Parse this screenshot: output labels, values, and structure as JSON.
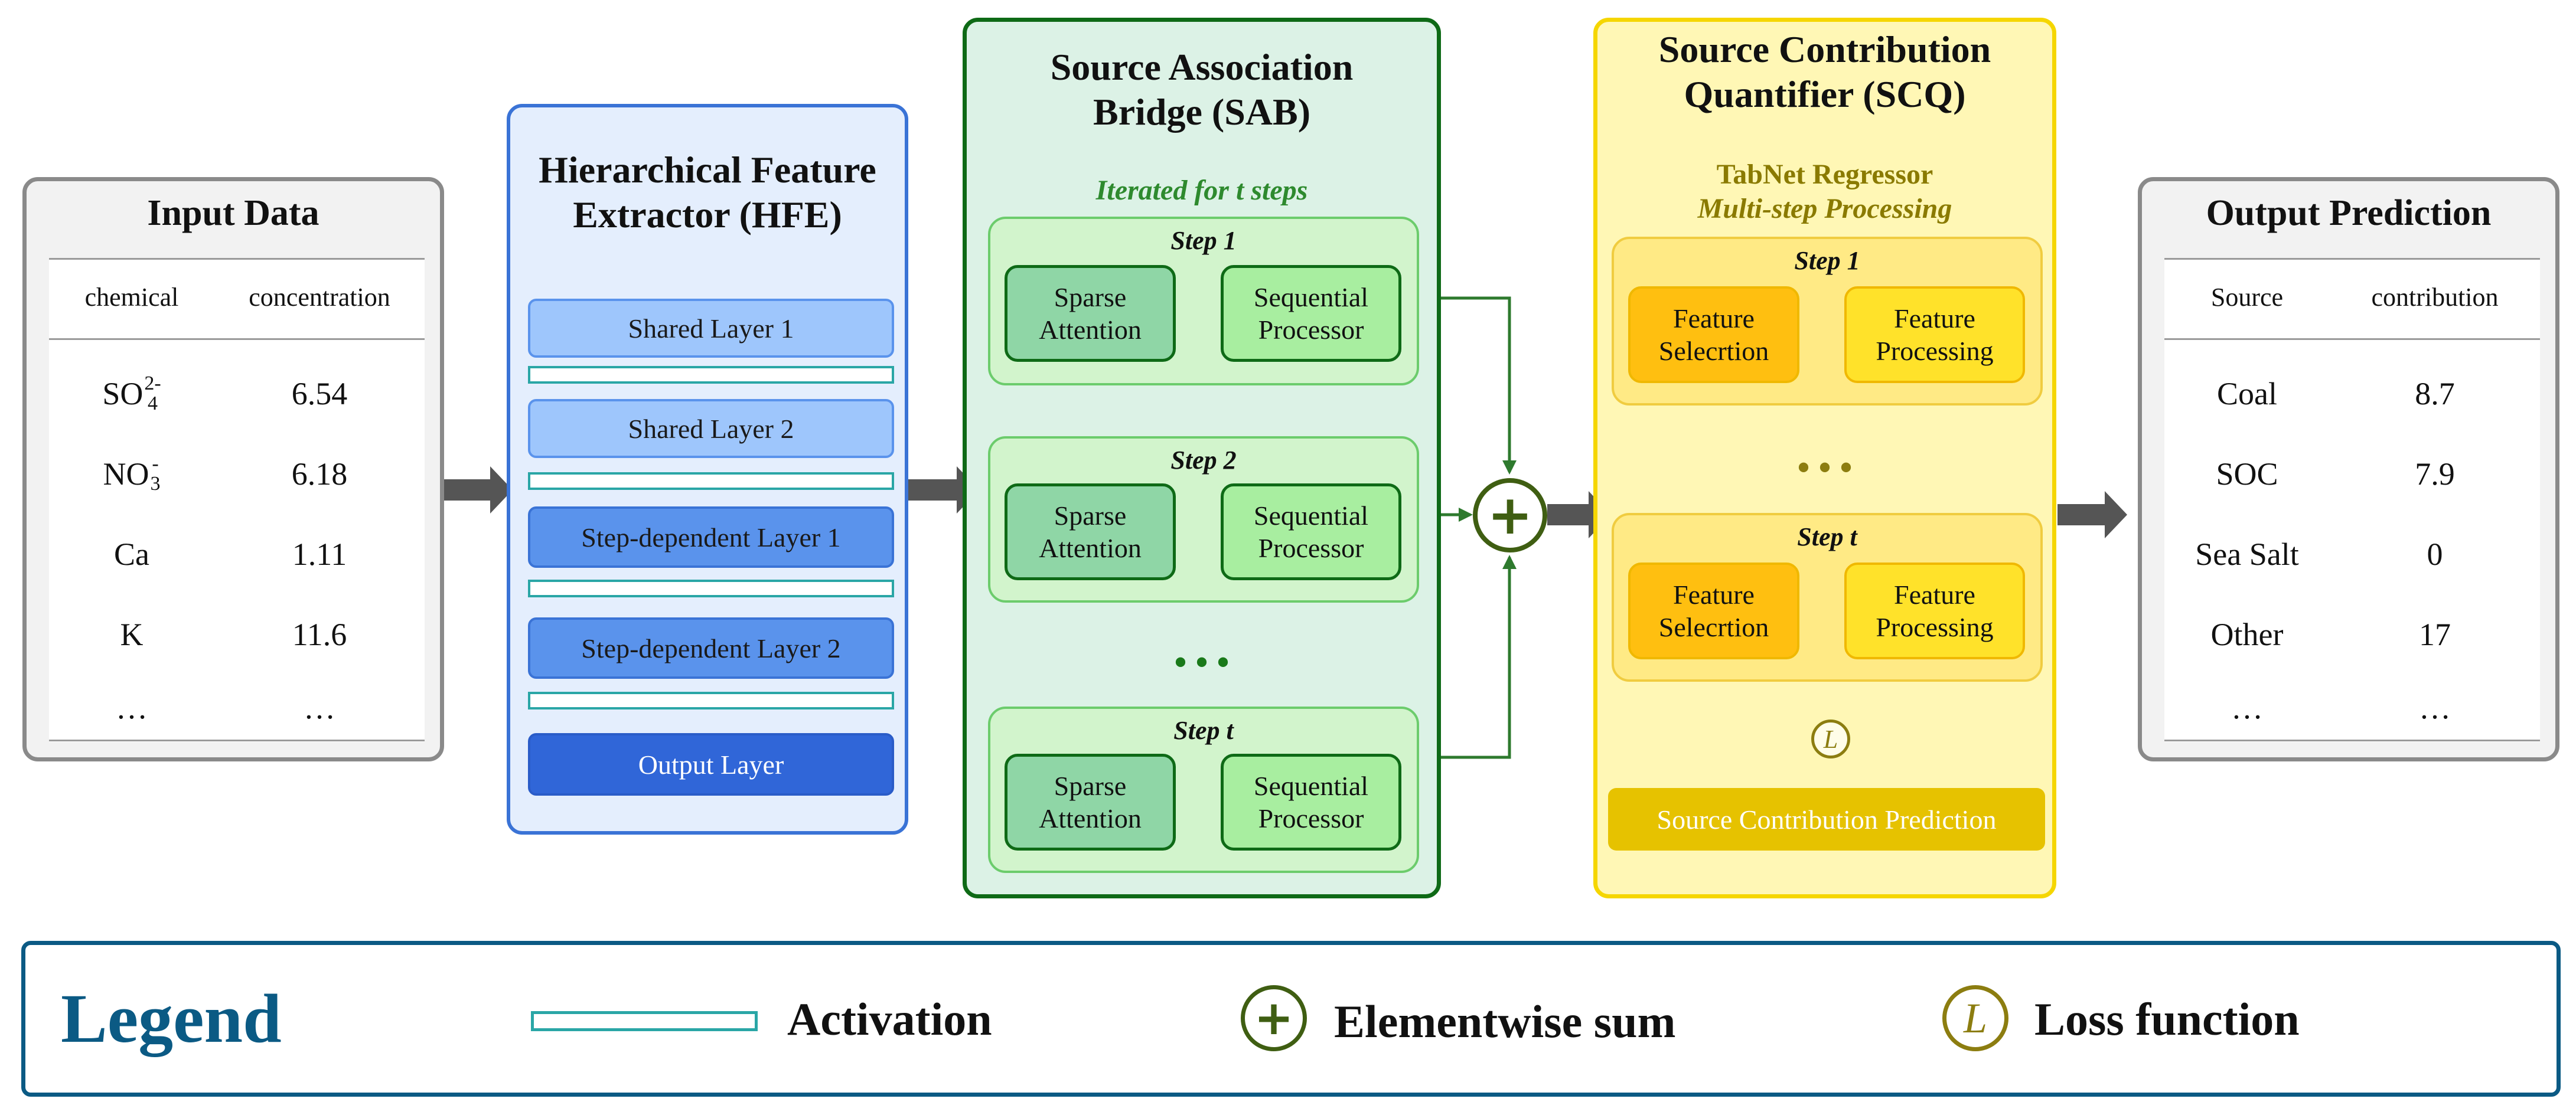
{
  "input": {
    "title": "Input Data",
    "columns": [
      "chemical",
      "concentration"
    ],
    "rows": [
      {
        "chemical_base": "SO",
        "chemical_sub": "4",
        "chemical_sup": "2-",
        "value": "6.54"
      },
      {
        "chemical_base": "NO",
        "chemical_sub": "3",
        "chemical_sup": "-",
        "value": "6.18"
      },
      {
        "chemical_base": "Ca",
        "chemical_sub": "",
        "chemical_sup": "",
        "value": "1.11"
      },
      {
        "chemical_base": "K",
        "chemical_sub": "",
        "chemical_sup": "",
        "value": "11.6"
      },
      {
        "chemical_base": "…",
        "chemical_sub": "",
        "chemical_sup": "",
        "value": "…"
      }
    ]
  },
  "hfe": {
    "title_line1": "Hierarchical Feature",
    "title_line2": "Extractor (HFE)",
    "layers": [
      "Shared Layer 1",
      "Shared Layer 2",
      "Step-dependent Layer 1",
      "Step-dependent Layer 2",
      "Output Layer"
    ]
  },
  "sab": {
    "title_line1": "Source Association",
    "title_line2": "Bridge (SAB)",
    "subtitle": "Iterated for t steps",
    "steps": [
      {
        "label": "Step 1",
        "attention_l1": "Sparse",
        "attention_l2": "Attention",
        "processor_l1": "Sequential",
        "processor_l2": "Processor"
      },
      {
        "label": "Step 2",
        "attention_l1": "Sparse",
        "attention_l2": "Attention",
        "processor_l1": "Sequential",
        "processor_l2": "Processor"
      },
      {
        "label": "Step t",
        "attention_l1": "Sparse",
        "attention_l2": "Attention",
        "processor_l1": "Sequential",
        "processor_l2": "Processor"
      }
    ],
    "ellipsis": "• • •"
  },
  "sum_symbol": "+",
  "scq": {
    "title_line1": "Source Contribution",
    "title_line2": "Quantifier (SCQ)",
    "subtitle_line1": "TabNet Regressor",
    "subtitle_line2": "Multi-step Processing",
    "steps": [
      {
        "label": "Step 1",
        "selection_l1": "Feature",
        "selection_l2": "Selecrtion",
        "processing_l1": "Feature",
        "processing_l2": "Processing"
      },
      {
        "label": "Step t",
        "selection_l1": "Feature",
        "selection_l2": "Selecrtion",
        "processing_l1": "Feature",
        "processing_l2": "Processing"
      }
    ],
    "ellipsis": "• • •",
    "loss_symbol": "L",
    "prediction_label": "Source Contribution Prediction"
  },
  "output": {
    "title": "Output Prediction",
    "columns": [
      "Source",
      "contribution"
    ],
    "rows": [
      {
        "source": "Coal",
        "value": "8.7"
      },
      {
        "source": "SOC",
        "value": "7.9"
      },
      {
        "source": "Sea Salt",
        "value": "0"
      },
      {
        "source": "Other",
        "value": "17"
      },
      {
        "source": "…",
        "value": "…"
      }
    ]
  },
  "legend": {
    "title": "Legend",
    "activation": "Activation",
    "sum": "Elementwise sum",
    "sum_symbol": "+",
    "loss": "Loss function",
    "loss_symbol": "L"
  },
  "colors": {
    "hfe_border": "#3a73d6",
    "hfe_bg": "#e4eefd",
    "layer_light": "#9ec6fc",
    "layer_mid": "#5a93ec",
    "layer_dark": "#3066d8",
    "sab_border": "#0e6a16",
    "sab_bg": "#dcf2e6",
    "scq_border": "#f5d600",
    "scq_bg": "#fff7b5",
    "scq_text": "#8a7a00",
    "legend_border": "#0b5a84",
    "legend_title": "#0b5a84",
    "sum_green": "#3f5e12",
    "loss_olive": "#8c7d10",
    "arrow_grey": "#555555"
  }
}
